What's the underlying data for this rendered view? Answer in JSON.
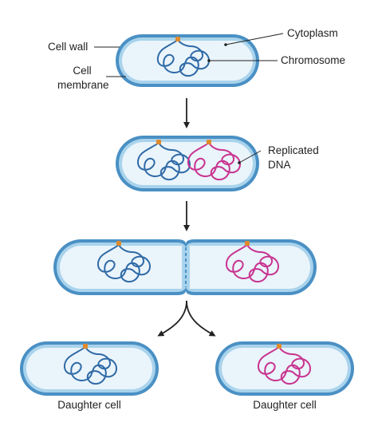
{
  "labels": {
    "cell_wall": "Cell wall",
    "cell_membrane_line1": "Cell",
    "cell_membrane_line2": "membrane",
    "cytoplasm": "Cytoplasm",
    "chromosome": "Chromosome",
    "replicated_line1": "Replicated",
    "replicated_line2": "DNA",
    "daughter_left": "Daughter cell",
    "daughter_right": "Daughter cell"
  },
  "colors": {
    "cell_wall": "#4a90c4",
    "membrane": "#a9d3ec",
    "cytoplasm": "#eaf4fb",
    "dna_original": "#2f6aa6",
    "dna_replicated": "#c8338f",
    "origin": "#e08a2c",
    "arrow": "#222222"
  }
}
